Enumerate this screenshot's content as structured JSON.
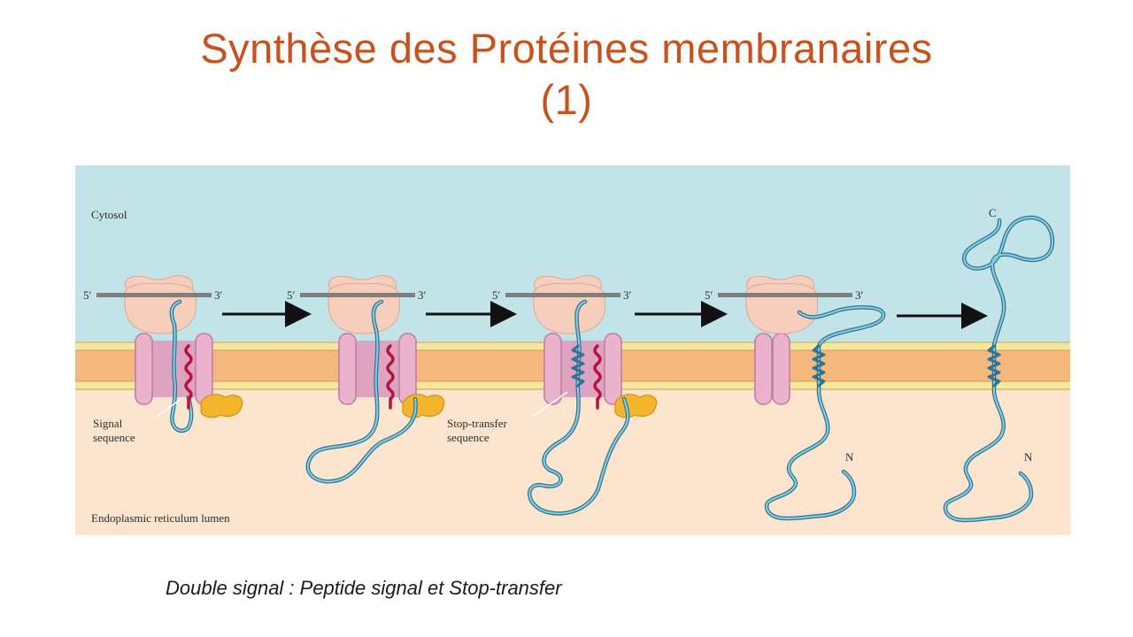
{
  "title": {
    "line1": "Synthèse des Protéines membranaires",
    "line2": "(1)"
  },
  "diagram": {
    "region_labels": {
      "cytosol": "Cytosol",
      "lumen": "Endoplasmic reticulum lumen"
    },
    "mrna_ends": {
      "five_prime": "5′",
      "three_prime": "3′"
    },
    "annotations": {
      "signal_line1": "Signal",
      "signal_line2": "sequence",
      "stop_line1": "Stop-transfer",
      "stop_line2": "sequence"
    },
    "terminus": {
      "c": "C",
      "n": "N"
    },
    "colors": {
      "cytosol": "#c2e4e8",
      "lumen": "#fbe5cf",
      "membrane_core": "#f4b87c",
      "membrane_edge": "#f6e79a",
      "ribosome": "#f7cdbc",
      "translocon": "#eab2cb",
      "polypeptide": "#3a8fae",
      "signal_sequence": "#b5123e",
      "signal_peptidase": "#f5b52a"
    }
  },
  "caption": "Double signal : Peptide signal et Stop-transfer"
}
